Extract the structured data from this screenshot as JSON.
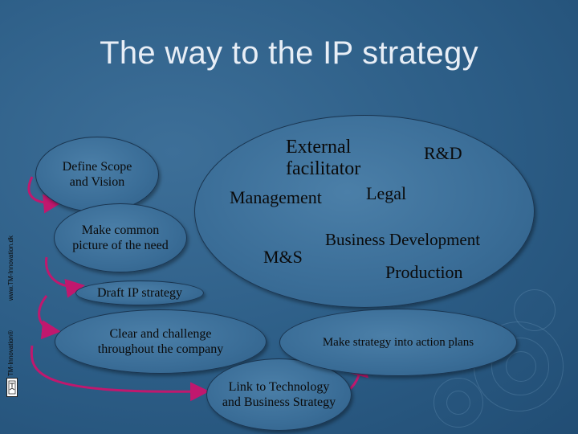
{
  "slide": {
    "title": "The way to the IP strategy",
    "steps": [
      "Define Scope and Vision",
      "Make common picture of the need",
      "Draft IP strategy",
      "Clear and challenge throughout the company",
      "Link to Technology and Business Strategy",
      "Make strategy into action plans"
    ],
    "steps_lines": {
      "s1": [
        "Define Scope",
        "and Vision"
      ],
      "s2": [
        "Make common",
        "picture of the need"
      ],
      "s3": [
        "Draft IP strategy"
      ],
      "s4": [
        "Clear and challenge",
        "throughout the company"
      ],
      "s5": [
        "Link to Technology",
        "and Business Strategy"
      ],
      "s6": [
        "Make strategy into action plans"
      ]
    },
    "stakeholders": {
      "external_line1": "External",
      "external_line2": "facilitator",
      "rd": "R&D",
      "legal": "Legal",
      "management": "Management",
      "business_development": "Business Development",
      "ms": "M&S",
      "production": "Production"
    },
    "sidebar": {
      "website": "www.TM-Innovation.dk",
      "brand": "TM-Innovation®"
    },
    "colors": {
      "background": "#2c5d86",
      "ellipse_fill": "#3a6d97",
      "arrow": "#c0186e",
      "title_text": "#e8eef6"
    }
  }
}
